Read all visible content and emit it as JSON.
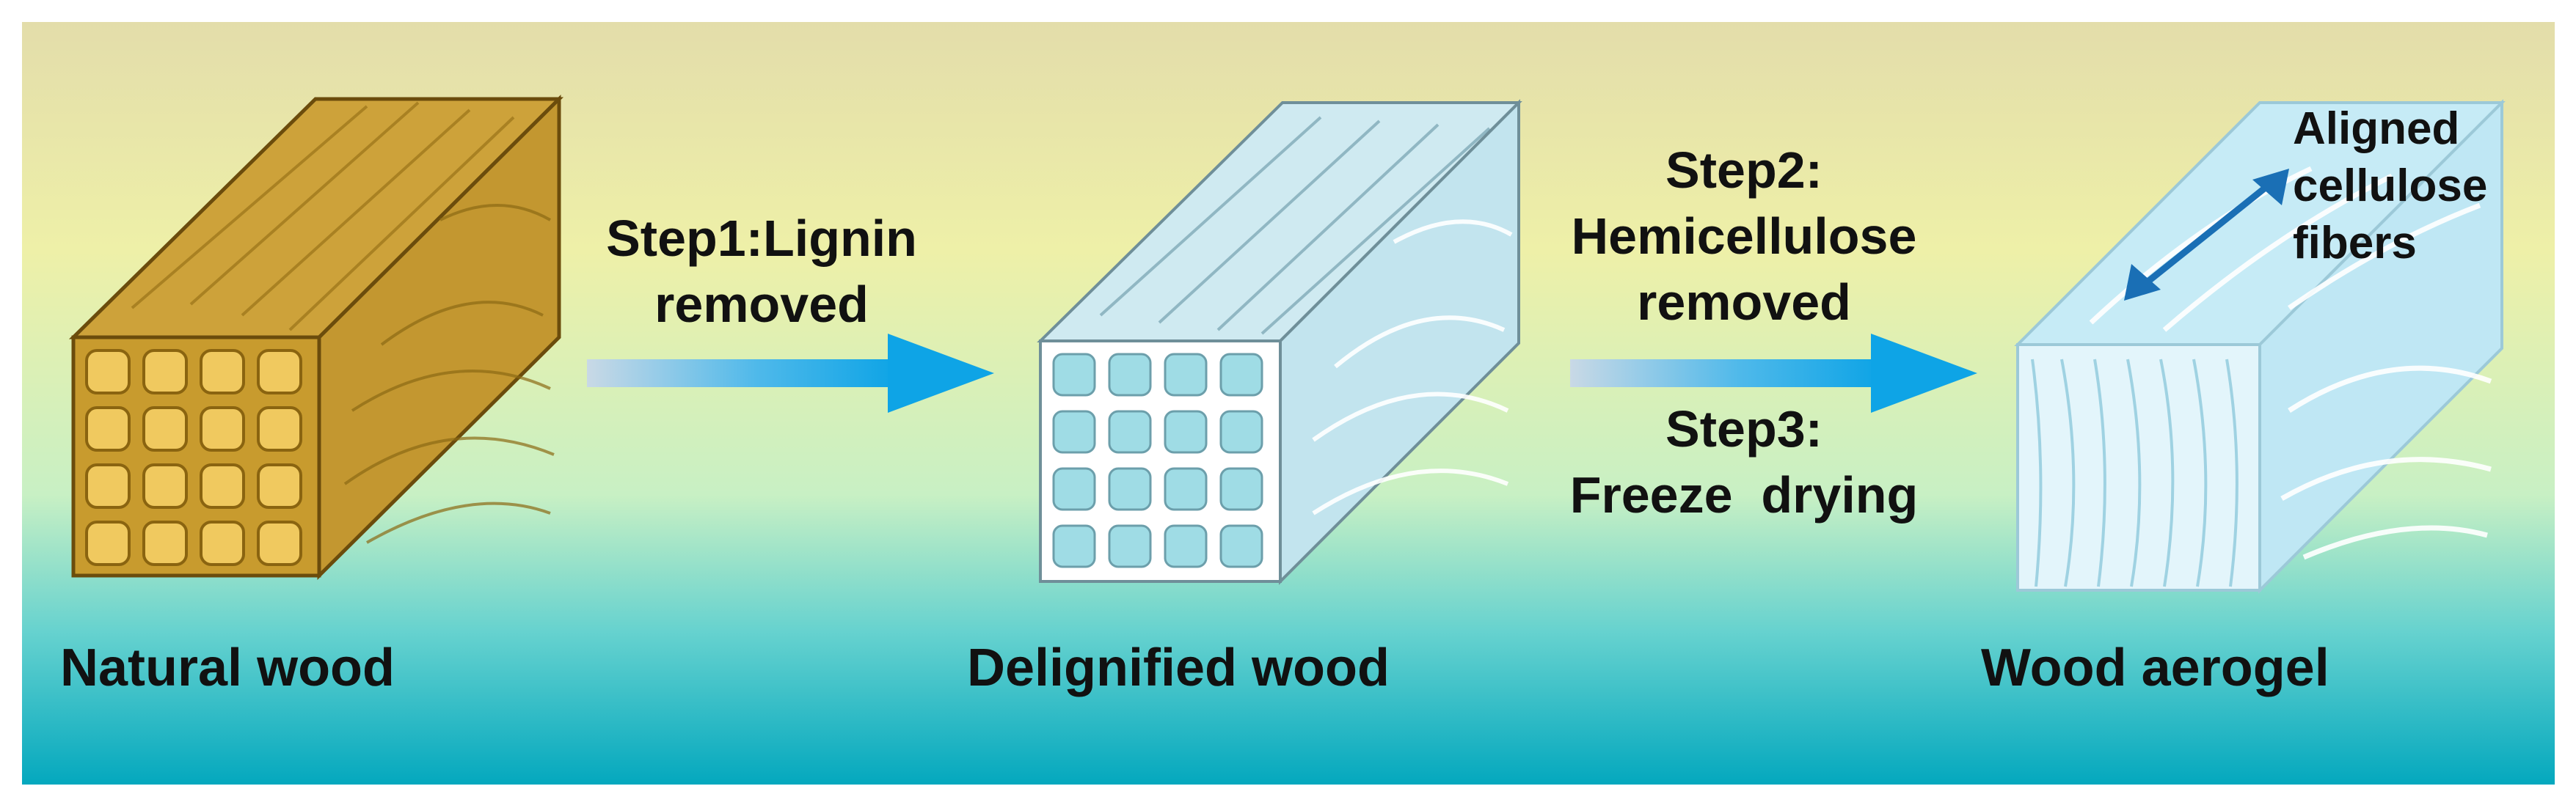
{
  "stages": [
    {
      "label": "Natural wood"
    },
    {
      "label": "Delignified wood"
    },
    {
      "label": "Wood aerogel"
    }
  ],
  "steps": {
    "step1": {
      "line1": "Step1:Lignin",
      "line2": "removed"
    },
    "step2": {
      "line1": "Step2:",
      "line2": "Hemicellulose",
      "line3": "removed"
    },
    "step3": {
      "line1": "Step3:",
      "line2": "Freeze  drying"
    }
  },
  "annotation": {
    "line1": "Aligned",
    "line2": "cellulose",
    "line3": "fibers"
  },
  "icons": [
    "natural-wood-block",
    "delignified-wood-block",
    "wood-aerogel-block",
    "process-arrow",
    "double-headed-arrow"
  ],
  "colors": {
    "background_top": "#e8e4ad",
    "background_mid": "#cdeec0",
    "background_bottom": "#0fb0c3",
    "wood": "#c89b2e",
    "wood_dark": "#7a5a12",
    "arrow": "#19a6e6",
    "delignified": "#b8e4ef",
    "aerogel": "#c7ecf7"
  }
}
